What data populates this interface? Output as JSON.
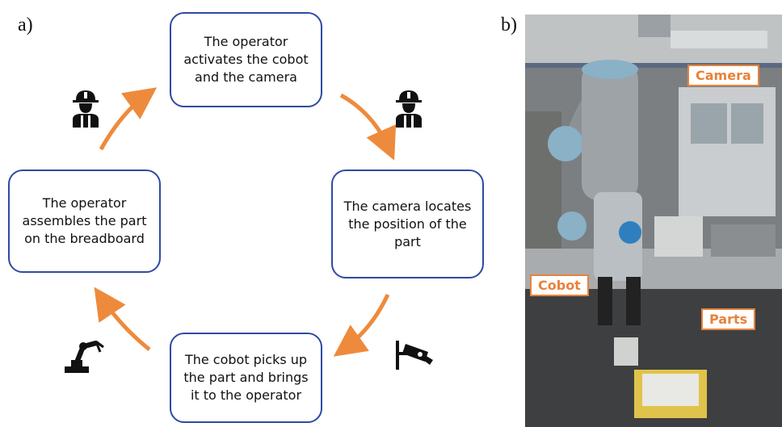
{
  "panel_a_label": "a)",
  "panel_b_label": "b)",
  "steps": {
    "top": "The operator activates the cobot and the camera",
    "right": "The camera locates the position of the part",
    "bottom": "The cobot picks up the part and brings it to the operator",
    "left": "The operator assembles the part on the breadboard"
  },
  "icons": {
    "top_left": "operator-icon",
    "top_right": "operator-icon",
    "bottom_right": "security-camera-icon",
    "bottom_left": "robot-arm-icon"
  },
  "photo_labels": {
    "camera": "Camera",
    "cobot": "Cobot",
    "parts": "Parts"
  },
  "colors": {
    "box_border": "#2e4aa3",
    "arrow": "#ee8a3c",
    "label_border": "#e8823a"
  }
}
